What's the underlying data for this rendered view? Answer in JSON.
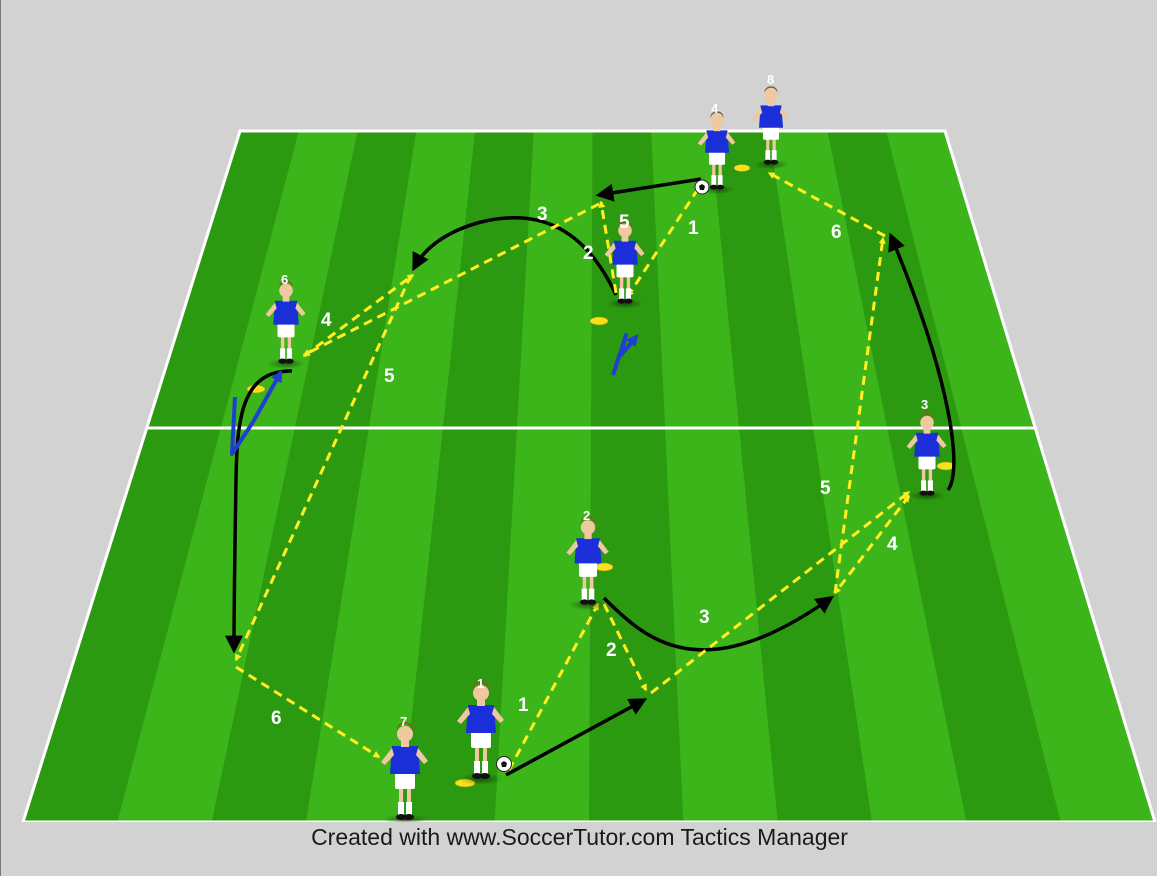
{
  "credit": "Created with www.SoccerTutor.com Tactics Manager",
  "colors": {
    "pitch_light": "#3bb51a",
    "pitch_dark": "#2c9a10",
    "pass_line": "#ffee22",
    "run_line": "#000000",
    "player_shirt": "#1a2fd8",
    "movement_arrow": "#1f3fd0",
    "cone": "#f5e21a"
  },
  "players": [
    {
      "id": "1",
      "label": "1"
    },
    {
      "id": "2",
      "label": "2"
    },
    {
      "id": "3",
      "label": "3"
    },
    {
      "id": "4",
      "label": "4"
    },
    {
      "id": "5",
      "label": ""
    },
    {
      "id": "6",
      "label": "6"
    },
    {
      "id": "7",
      "label": "7"
    },
    {
      "id": "8",
      "label": "8"
    }
  ],
  "sequence_labels": [
    {
      "id": "b1",
      "text": "1"
    },
    {
      "id": "b2",
      "text": "2"
    },
    {
      "id": "b3",
      "text": "3"
    },
    {
      "id": "b4",
      "text": "4"
    },
    {
      "id": "b5",
      "text": "5"
    },
    {
      "id": "b6",
      "text": "6"
    },
    {
      "id": "t1",
      "text": "1"
    },
    {
      "id": "t2",
      "text": "2"
    },
    {
      "id": "t3",
      "text": "3"
    },
    {
      "id": "t4",
      "text": "4"
    },
    {
      "id": "t5a",
      "text": "5"
    },
    {
      "id": "t5b",
      "text": "5"
    },
    {
      "id": "t6",
      "text": "6"
    }
  ]
}
